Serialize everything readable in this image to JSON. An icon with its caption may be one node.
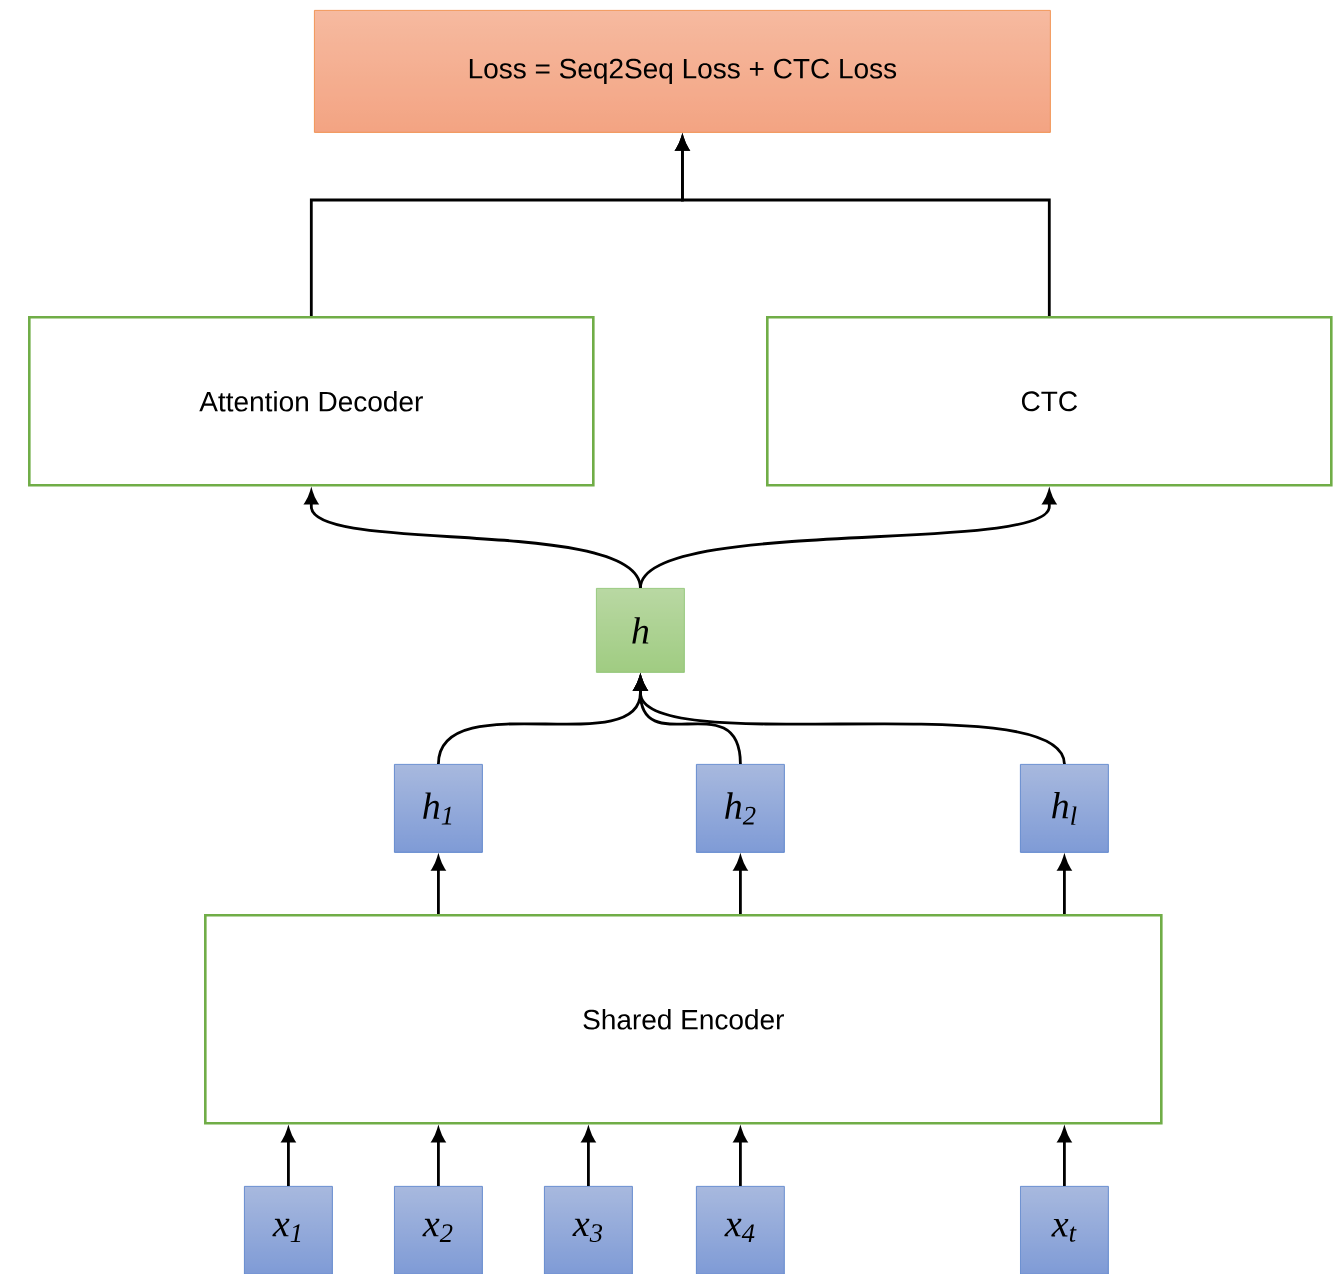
{
  "diagram": {
    "nodes": [
      {
        "text": [
          "Loss = Seq2Seq Loss + CTC Loss"
        ]
      },
      {
        "text": [
          "Attention Decoder"
        ]
      },
      {
        "text": [
          "CTC"
        ]
      },
      {
        "text": [
          "h"
        ]
      },
      {
        "text": [
          "h$_{1}$"
        ]
      },
      {
        "text": [
          "h$_{2}$"
        ]
      },
      {
        "text": [
          "h$_{l}$"
        ]
      },
      {
        "text": [
          "Shared Encoder"
        ]
      },
      {
        "text": [
          "x$_{1}$"
        ]
      },
      {
        "text": [
          "x$_{2}$"
        ]
      },
      {
        "text": [
          "x$_{3}$"
        ]
      },
      {
        "text": [
          "x$_{4}$"
        ]
      },
      {
        "text": [
          "x$_{t}$"
        ]
      }
    ],
    "edges": [
      {
        "from": 1,
        "to": 0,
        "arrow": "to"
      },
      {
        "from": 2,
        "to": 0,
        "arrow": "to"
      },
      {
        "from": 3,
        "to": 1,
        "arrow": "to"
      },
      {
        "from": 3,
        "to": 2,
        "arrow": "to"
      },
      {
        "from": 4,
        "to": 3,
        "arrow": "to"
      },
      {
        "from": 5,
        "to": 3,
        "arrow": "to"
      },
      {
        "from": 6,
        "to": 3,
        "arrow": "to"
      },
      {
        "from": 7,
        "to": 4,
        "arrow": "to"
      },
      {
        "from": 7,
        "to": 5,
        "arrow": "to"
      },
      {
        "from": 7,
        "to": 6,
        "arrow": "to"
      },
      {
        "from": 8,
        "to": 7,
        "arrow": "to"
      },
      {
        "from": 9,
        "to": 7,
        "arrow": "to"
      },
      {
        "from": 10,
        "to": 7,
        "arrow": "to"
      },
      {
        "from": 11,
        "to": 7,
        "arrow": "to"
      },
      {
        "from": 12,
        "to": 7,
        "arrow": "to"
      }
    ]
  }
}
